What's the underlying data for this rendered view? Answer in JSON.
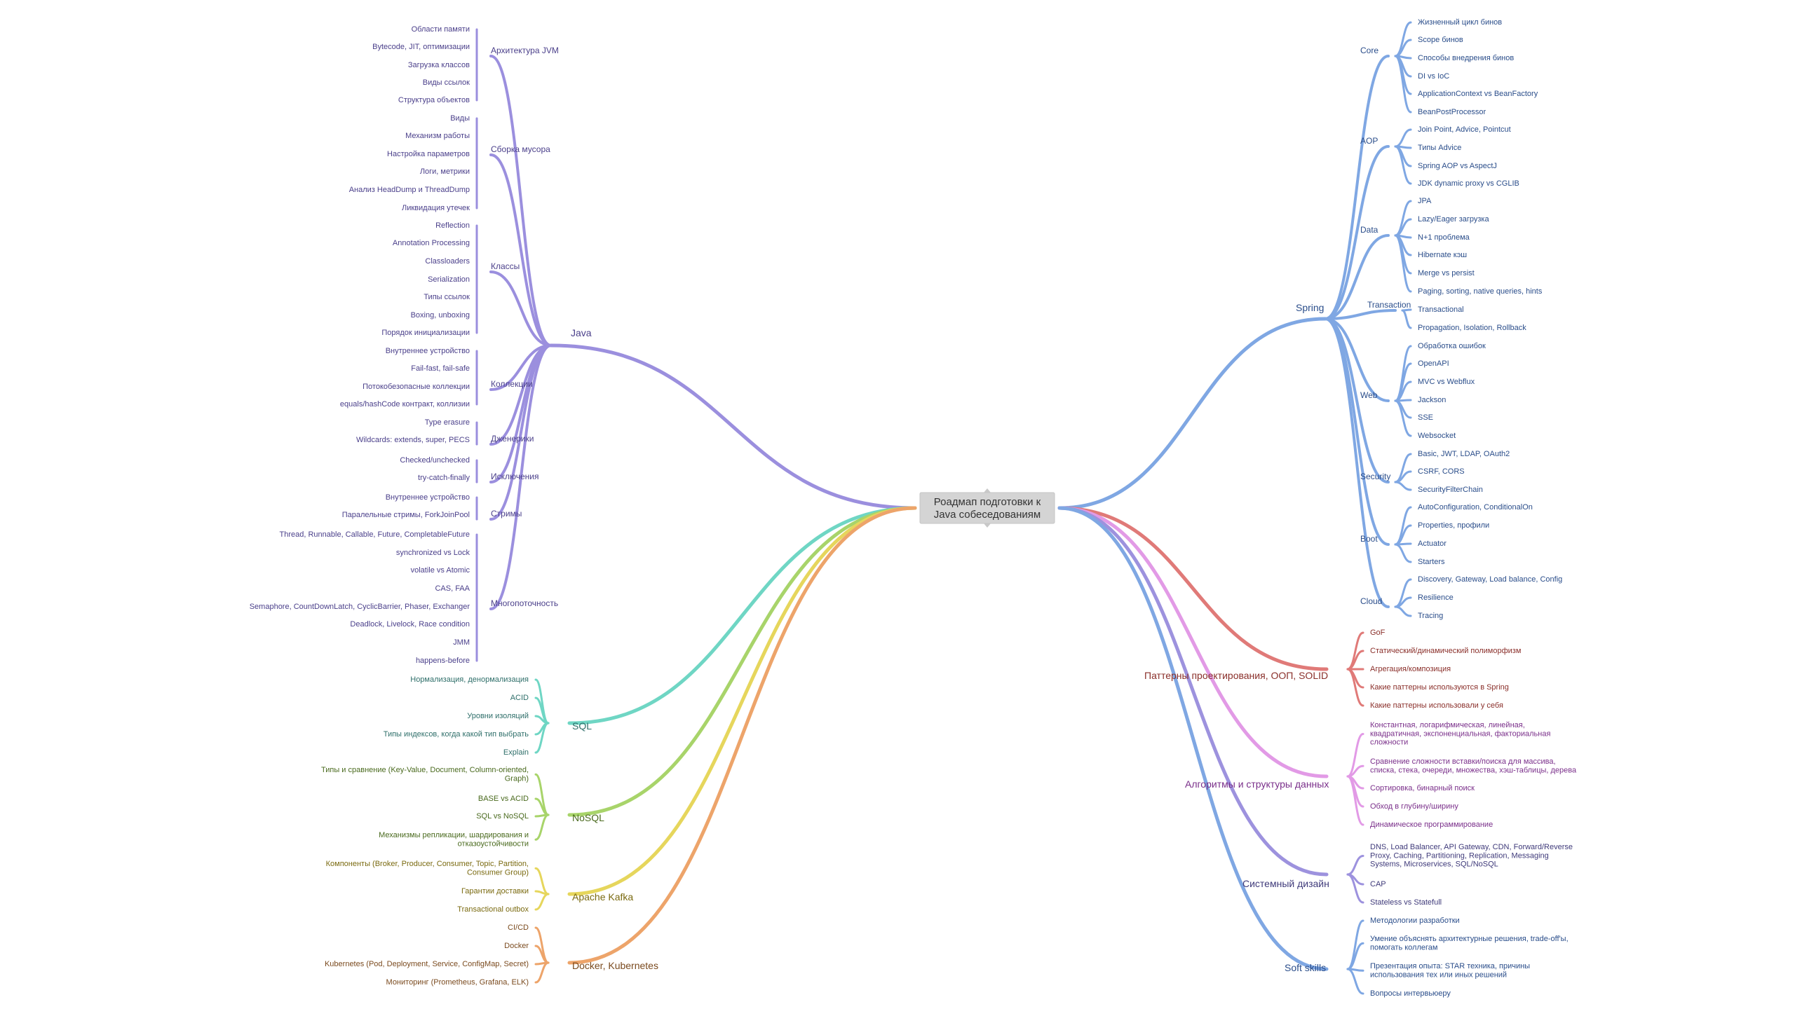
{
  "central": {
    "line1": "Роадмап подготовки к",
    "line2": "Java собеседованиям"
  },
  "left": [
    {
      "label": "Java",
      "groups": [
        {
          "label": "Архитектура JVM",
          "items": [
            "Области памяти",
            "Bytecode, JIT, оптимизации",
            "Загрузка классов",
            "Виды ссылок",
            "Структура объектов"
          ]
        },
        {
          "label": "Сборка мусора",
          "items": [
            "Виды",
            "Механизм работы",
            "Настройка параметров",
            "Логи, метрики",
            "Анализ HeadDump и ThreadDump",
            "Ликвидация утечек"
          ]
        },
        {
          "label": "Классы",
          "items": [
            "Reflection",
            "Annotation Processing",
            "Classloaders",
            "Serialization",
            "Типы ссылок",
            "Boxing, unboxing",
            "Порядок инициализации"
          ]
        },
        {
          "label": "Коллекции",
          "items": [
            "Внутреннее устройство",
            "Fail-fast, fail-safe",
            "Потокобезопасные коллекции",
            "equals/hashCode контракт, коллизии"
          ]
        },
        {
          "label": "Дженерики",
          "items": [
            "Type erasure",
            "Wildcards: extends, super, PECS"
          ]
        },
        {
          "label": "Исключения",
          "items": [
            "Checked/unchecked",
            "try-catch-finally"
          ]
        },
        {
          "label": "Стримы",
          "items": [
            "Внутреннее устройство",
            "Паралельные стримы, ForkJoinPool"
          ]
        },
        {
          "label": "Многопоточность",
          "items": [
            "Thread, Runnable, Callable, Future, CompletableFuture",
            "synchronized vs Lock",
            "volatile vs Atomic",
            "CAS, FAA",
            "Semaphore, CountDownLatch, CyclicBarrier, Phaser, Exchanger",
            "Deadlock, Livelock, Race condition",
            "JMM",
            "happens-before"
          ]
        }
      ]
    },
    {
      "label": "SQL",
      "items": [
        "Нормализация, денормализация",
        "ACID",
        "Уровни изоляций",
        "Типы индексов, когда какой тип выбрать",
        "Explain"
      ]
    },
    {
      "label": "NoSQL",
      "items": [
        [
          "Типы и сравнение (Key-Value, Document, Column-oriented,",
          "Graph)"
        ],
        "BASE vs ACID",
        "SQL vs NoSQL",
        [
          "Механизмы репликации, шардирования и",
          "отказоустойчивости"
        ]
      ]
    },
    {
      "label": "Apache Kafka",
      "items": [
        [
          "Компоненты (Broker, Producer, Consumer, Topic, Partition,",
          "Consumer Group)"
        ],
        "Гарантии доставки",
        "Transactional outbox"
      ]
    },
    {
      "label": "Docker, Kubernetes",
      "items": [
        "CI/CD",
        "Docker",
        "Kubernetes (Pod, Deployment, Service, ConfigMap, Secret)",
        "Мониторинг (Prometheus, Grafana, ELK)"
      ]
    }
  ],
  "right": [
    {
      "label": "Spring",
      "groups": [
        {
          "label": "Core",
          "items": [
            "Жизненный цикл бинов",
            "Scope бинов",
            "Способы внедрения бинов",
            "DI vs IoC",
            "ApplicationContext vs BeanFactory",
            "BeanPostProcessor"
          ]
        },
        {
          "label": "AOP",
          "items": [
            "Join Point, Advice, Pointcut",
            "Типы Advice",
            "Spring AOP vs AspectJ",
            "JDK dynamic proxy vs CGLIB"
          ]
        },
        {
          "label": "Data",
          "items": [
            "JPA",
            "Lazy/Eager загрузка",
            "N+1 проблема",
            "Hibernate кэш",
            "Merge vs persist",
            "Paging, sorting, native queries, hints"
          ]
        },
        {
          "label": "Transaction",
          "items": [
            "Transactional",
            "Propagation, Isolation, Rollback"
          ]
        },
        {
          "label": "Web",
          "items": [
            "Обработка ошибок",
            "OpenAPI",
            "MVC vs Webflux",
            "Jackson",
            "SSE",
            "Websocket"
          ]
        },
        {
          "label": "Security",
          "items": [
            "Basic, JWT, LDAP, OAuth2",
            "CSRF, CORS",
            "SecurityFilterChain"
          ]
        },
        {
          "label": "Boot",
          "items": [
            "AutoConfiguration, ConditionalOn",
            "Properties, профили",
            "Actuator",
            "Starters"
          ]
        },
        {
          "label": "Cloud",
          "items": [
            "Discovery, Gateway, Load balance, Config",
            "Resilience",
            "Tracing"
          ]
        }
      ]
    },
    {
      "label": "Паттерны проектирования, ООП, SOLID",
      "items": [
        "GoF",
        "Статический/динамический полиморфизм",
        "Агрегация/композиция",
        "Какие паттерны используются в Spring",
        "Какие паттерны использовали у себя"
      ]
    },
    {
      "label": "Алгоритмы и структуры данных",
      "items": [
        [
          "Константная, логарифмическая, линейная,",
          "квадратичная, экспоненциальная, факториальная",
          "сложности"
        ],
        [
          "Сравнение сложности вставки/поиска для массива,",
          "списка, стека, очереди, множества, хэш-таблицы, дерева"
        ],
        "Сортировка, бинарный поиск",
        "Обход в глубину/ширину",
        "Динамическое программирование"
      ]
    },
    {
      "label": "Системный дизайн",
      "items": [
        [
          "DNS, Load Balancer, API Gateway, CDN, Forward/Reverse",
          "Proxy, Caching, Partitioning, Replication, Messaging",
          "Systems, Microservices, SQL/NoSQL"
        ],
        "CAP",
        "Stateless vs Statefull"
      ]
    },
    {
      "label": "Soft skills",
      "items": [
        "Методологии разработки",
        [
          "Умение объяснять архитектурные решения, trade-off'ы,",
          "помогать коллегам"
        ],
        [
          "Презентация опыта: STAR техника, причины",
          "использования тех или иных решений"
        ],
        "Вопросы интервьюеру"
      ]
    }
  ]
}
